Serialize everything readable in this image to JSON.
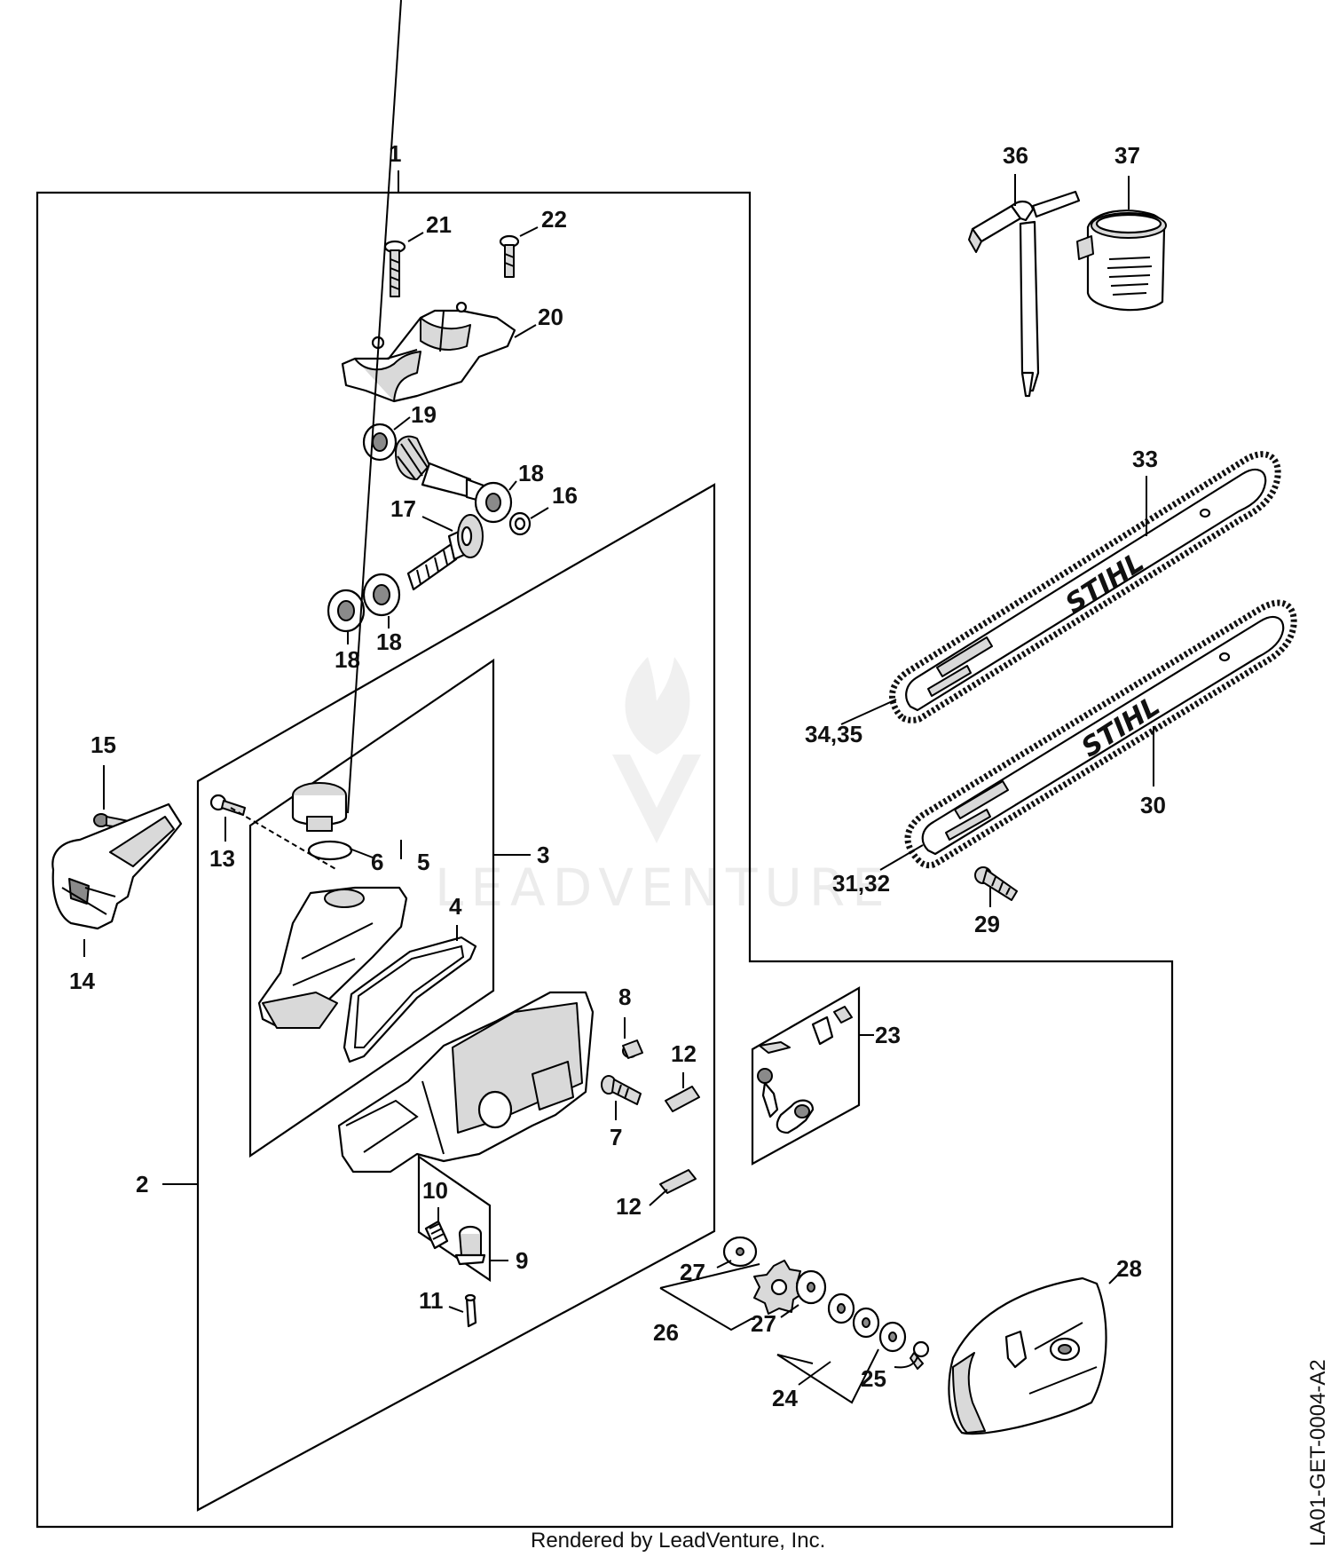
{
  "watermark": "LEADVENTURE",
  "footer": "Rendered by LeadVenture, Inc.",
  "drawing_code": "LA01-GET-0004-A2",
  "bar_brand": "STIHL",
  "callouts": {
    "c1": "1",
    "c2": "2",
    "c3": "3",
    "c4": "4",
    "c5": "5",
    "c6": "6",
    "c7": "7",
    "c8": "8",
    "c9": "9",
    "c10": "10",
    "c11": "11",
    "c12a": "12",
    "c12b": "12",
    "c13": "13",
    "c14": "14",
    "c15": "15",
    "c16": "16",
    "c17": "17",
    "c18a": "18",
    "c18b": "18",
    "c18c": "18",
    "c19": "19",
    "c20": "20",
    "c21": "21",
    "c22": "22",
    "c23": "23",
    "c24": "24",
    "c25": "25",
    "c26": "26",
    "c27a": "27",
    "c27b": "27",
    "c28": "28",
    "c29": "29",
    "c30": "30",
    "c31": "31,32",
    "c33": "33",
    "c34": "34,35",
    "c36": "36",
    "c37": "37"
  }
}
